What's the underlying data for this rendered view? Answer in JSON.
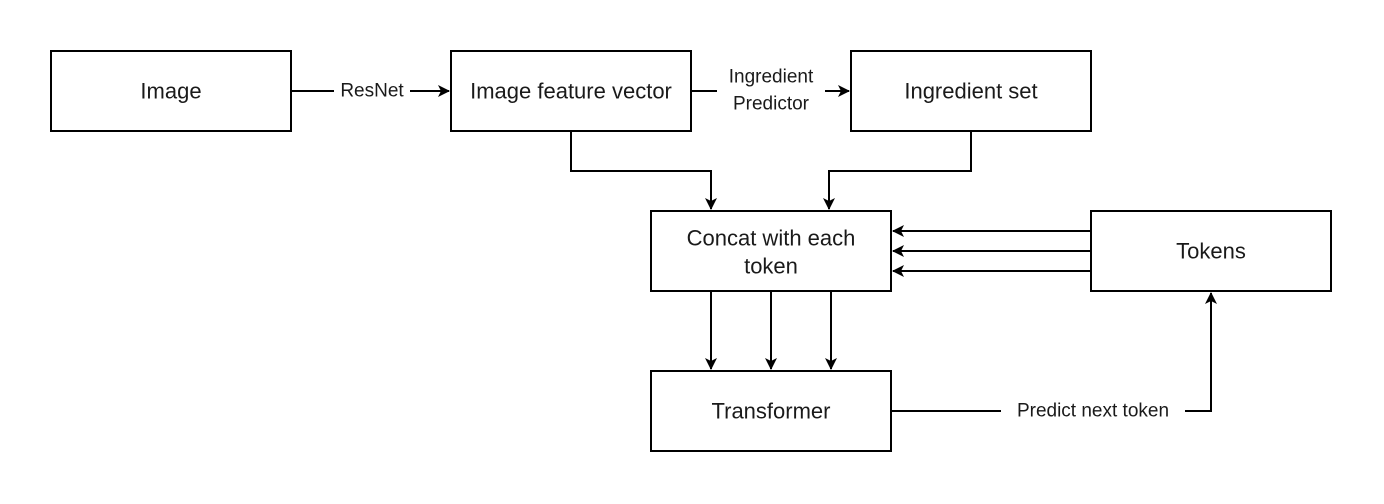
{
  "nodes": {
    "image": "Image",
    "feature_vector": "Image feature vector",
    "ingredient_set": "Ingredient set",
    "concat_line1": "Concat with each",
    "concat_line2": "token",
    "tokens": "Tokens",
    "transformer": "Transformer"
  },
  "edges": {
    "resnet": "ResNet",
    "ingredient_predictor_line1": "Ingredient",
    "ingredient_predictor_line2": "Predictor",
    "predict_next_token": "Predict next token"
  }
}
